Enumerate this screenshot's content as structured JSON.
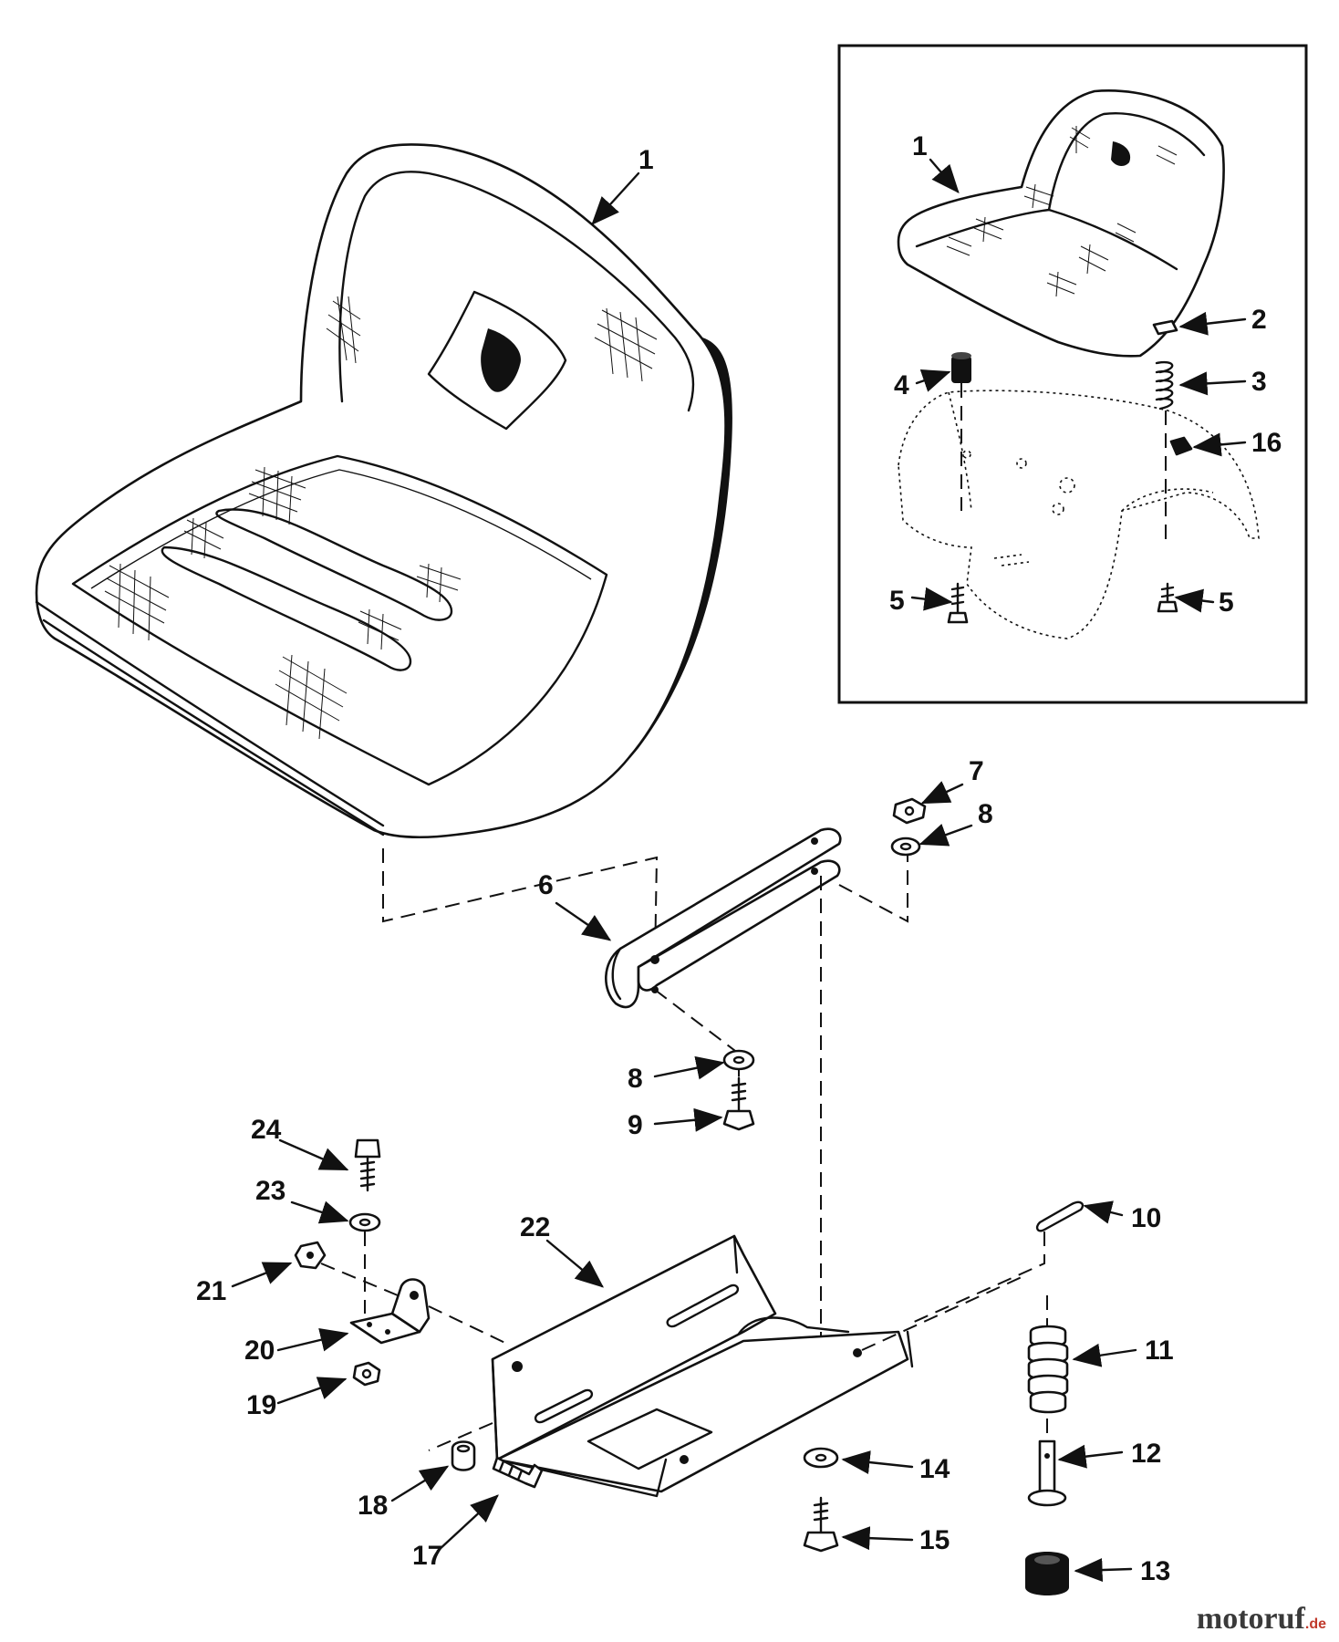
{
  "labels": {
    "l1_main": "1",
    "l1_inset": "1",
    "l2": "2",
    "l3": "3",
    "l4": "4",
    "l5_left": "5",
    "l5_right": "5",
    "l16": "16",
    "l7": "7",
    "l8_top": "8",
    "l6": "6",
    "l8_bottom": "8",
    "l9": "9",
    "l24": "24",
    "l23": "23",
    "l21": "21",
    "l20": "20",
    "l19": "19",
    "l22": "22",
    "l10": "10",
    "l11": "11",
    "l12": "12",
    "l18": "18",
    "l17": "17",
    "l14": "14",
    "l15": "15",
    "l13": "13"
  },
  "watermark": {
    "brand": "motoruf",
    "tld": ".de"
  }
}
